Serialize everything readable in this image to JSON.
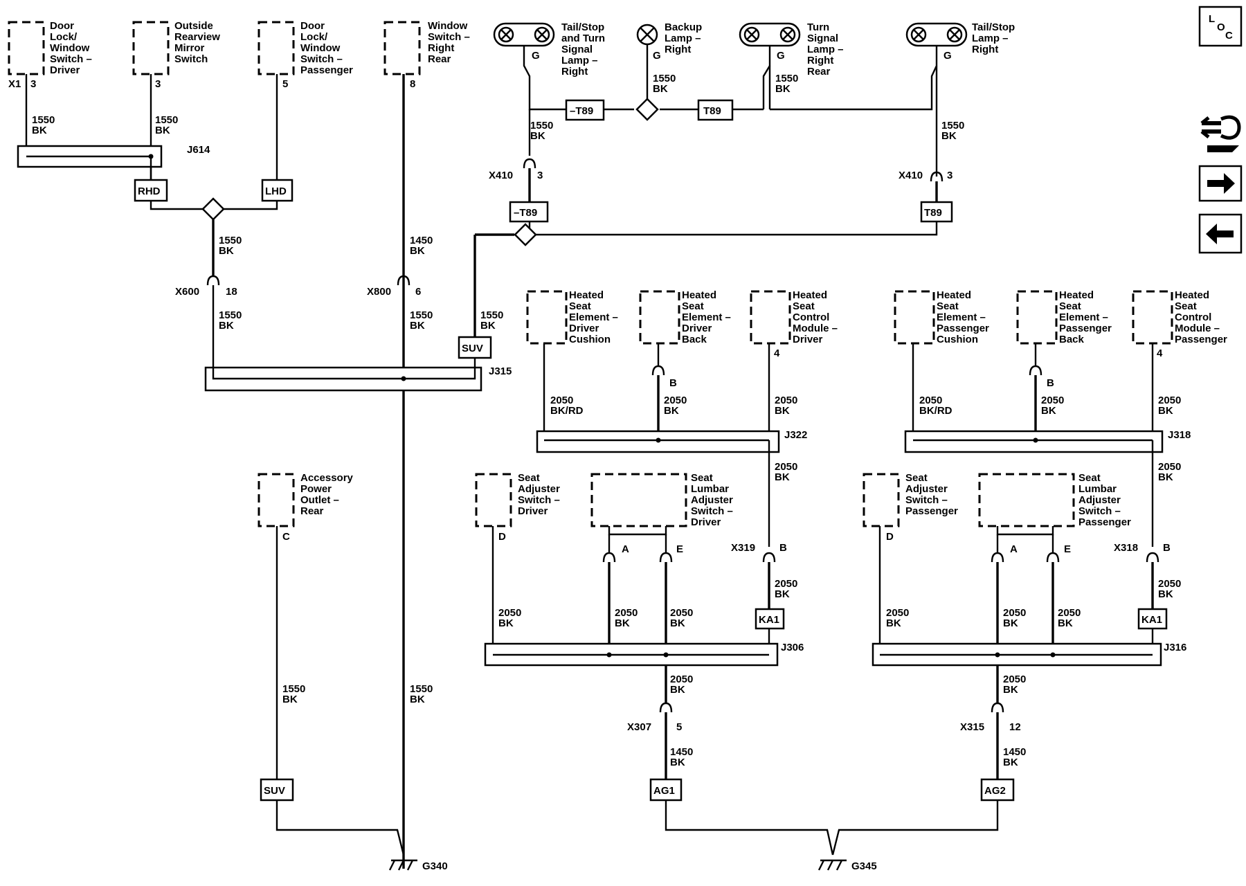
{
  "nav": {
    "loc": {
      "l": "L",
      "o": "O",
      "c": "C"
    },
    "icons": [
      "loc-icon",
      "connector-view-icon",
      "next-page-icon",
      "previous-page-icon"
    ]
  },
  "components": {
    "door_lock_driver": {
      "lines": [
        "Door",
        "Lock/",
        "Window",
        "Switch –",
        "Driver"
      ],
      "conn": "X1",
      "pin": "3"
    },
    "outside_mirror": {
      "lines": [
        "Outside",
        "Rearview",
        "Mirror",
        "Switch"
      ],
      "pin": "3"
    },
    "door_lock_pass": {
      "lines": [
        "Door",
        "Lock/",
        "Window",
        "Switch –",
        "Passenger"
      ],
      "pin": "5"
    },
    "window_sw_rr": {
      "lines": [
        "Window",
        "Switch –",
        "Right",
        "Rear"
      ],
      "pin": "8"
    },
    "acc_outlet": {
      "lines": [
        "Accessory",
        "Power",
        "Outlet –",
        "Rear"
      ],
      "pin": "C"
    },
    "hs_drv_cushion": {
      "lines": [
        "Heated",
        "Seat",
        "Element –",
        "Driver",
        "Cushion"
      ]
    },
    "hs_drv_back": {
      "lines": [
        "Heated",
        "Seat",
        "Element –",
        "Driver",
        "Back"
      ],
      "pin": "B"
    },
    "hs_mod_drv": {
      "lines": [
        "Heated",
        "Seat",
        "Control",
        "Module –",
        "Driver"
      ],
      "pin": "4"
    },
    "hs_pass_cushion": {
      "lines": [
        "Heated",
        "Seat",
        "Element –",
        "Passenger",
        "Cushion"
      ]
    },
    "hs_pass_back": {
      "lines": [
        "Heated",
        "Seat",
        "Element –",
        "Passenger",
        "Back"
      ],
      "pin": "B"
    },
    "hs_mod_pass": {
      "lines": [
        "Heated",
        "Seat",
        "Control",
        "Module –",
        "Passenger"
      ],
      "pin": "4"
    },
    "seat_adj_drv": {
      "lines": [
        "Seat",
        "Adjuster",
        "Switch –",
        "Driver"
      ],
      "pin": "D"
    },
    "lumbar_drv": {
      "lines": [
        "Seat",
        "Lumbar",
        "Adjuster",
        "Switch –",
        "Driver"
      ],
      "pinA": "A",
      "pinE": "E"
    },
    "seat_adj_pass": {
      "lines": [
        "Seat",
        "Adjuster",
        "Switch –",
        "Passenger"
      ],
      "pin": "D"
    },
    "lumbar_pass": {
      "lines": [
        "Seat",
        "Lumbar",
        "Adjuster",
        "Switch –",
        "Passenger"
      ],
      "pinA": "A",
      "pinE": "E"
    },
    "tail_stop_turn_right": {
      "lines": [
        "Tail/Stop",
        "and Turn",
        "Signal",
        "Lamp –",
        "Right"
      ],
      "pin": "G"
    },
    "backup_lamp_right": {
      "lines": [
        "Backup",
        "Lamp –",
        "Right"
      ],
      "pin": "G"
    },
    "turn_lamp_rr": {
      "lines": [
        "Turn",
        "Signal",
        "Lamp –",
        "Right",
        "Rear"
      ],
      "pin": "G"
    },
    "tail_stop_right": {
      "lines": [
        "Tail/Stop",
        "Lamp –",
        "Right"
      ],
      "pin": "G"
    }
  },
  "wires": {
    "w1550": [
      "1550",
      "BK"
    ],
    "w1450": [
      "1450",
      "BK"
    ],
    "w2050": [
      "2050",
      "BK"
    ],
    "w2050rd": [
      "2050",
      "BK/RD"
    ]
  },
  "splices": {
    "j614": "J614",
    "j315": "J315",
    "j322": "J322",
    "j318": "J318",
    "j306": "J306",
    "j316": "J316"
  },
  "connectors": {
    "x600": {
      "id": "X600",
      "pin": "18"
    },
    "x800": {
      "id": "X800",
      "pin": "6"
    },
    "x410a": {
      "id": "X410",
      "pin": "3"
    },
    "x410b": {
      "id": "X410",
      "pin": "3"
    },
    "x319": {
      "id": "X319",
      "pin": "B"
    },
    "x318": {
      "id": "X318",
      "pin": "B"
    },
    "x307": {
      "id": "X307",
      "pin": "5"
    },
    "x315": {
      "id": "X315",
      "pin": "12"
    }
  },
  "options": {
    "rhd": "RHD",
    "lhd": "LHD",
    "suv": "SUV",
    "ka1": "KA1",
    "ag1": "AG1",
    "ag2": "AG2",
    "not_t89": "–T89",
    "t89": "T89"
  },
  "grounds": {
    "g340": "G340",
    "g345": "G345"
  }
}
